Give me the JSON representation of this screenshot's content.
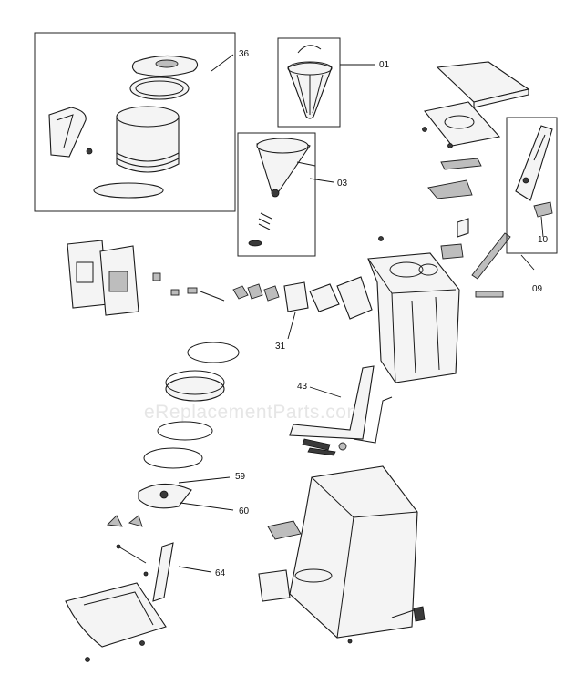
{
  "watermark": "eReplacementParts.com",
  "callouts": {
    "c36": "36",
    "c01": "01",
    "c03": "03",
    "c09": "09",
    "c10": "10",
    "c31": "31",
    "c43": "43",
    "c59": "59",
    "c60": "60",
    "c64": "64"
  }
}
